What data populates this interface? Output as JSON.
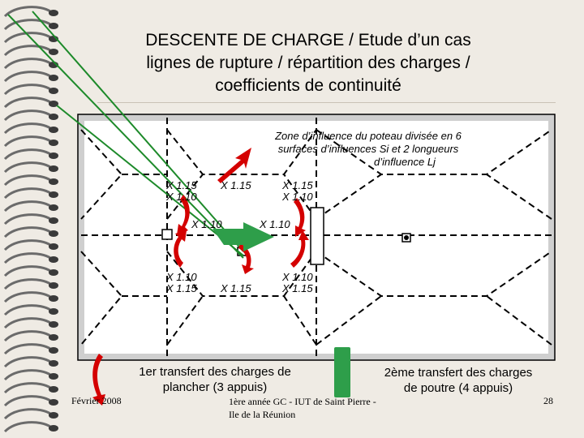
{
  "title": {
    "line1": "DESCENTE DE CHARGE / Etude d’un cas",
    "line2": "lignes de rupture / répartition des charges /",
    "line3": "coefficients de continuité"
  },
  "plan": {
    "zone_note": {
      "line1": "Zone d’influence du poteau divisée en 6",
      "line2": "surfaces d’influences Si et 2 longueurs",
      "line3": "d’influence Lj"
    },
    "coefficients": {
      "top_left_1": "X 1.15",
      "top_left_2": "X 1.10",
      "top_mid": "X 1.15",
      "top_right_1": "X 1.15",
      "top_right_2": "X 1.10",
      "mid_left": "X 1.10",
      "mid_right": "X 1.10",
      "bot_left_1": "X 1.10",
      "bot_left_2": "X 1.15",
      "bot_mid": "X 1.15",
      "bot_right_1": "X 1.10",
      "bot_right_2": "X 1.15"
    }
  },
  "captions": {
    "transfer1_line1": "1er transfert des charges de",
    "transfer1_line2": "plancher (3 appuis)",
    "transfer2_line1": "2ème transfert des charges",
    "transfer2_line2": "de poutre (4 appuis)"
  },
  "footer": {
    "date": "Février 2008",
    "institution_line1": "1ère année GC - IUT de Saint Pierre -",
    "institution_line2": "Ile de la Réunion",
    "page_number": "28"
  },
  "colors": {
    "red": "#d40000",
    "green": "#2e9e4a",
    "line_green": "#1d8a2a"
  }
}
